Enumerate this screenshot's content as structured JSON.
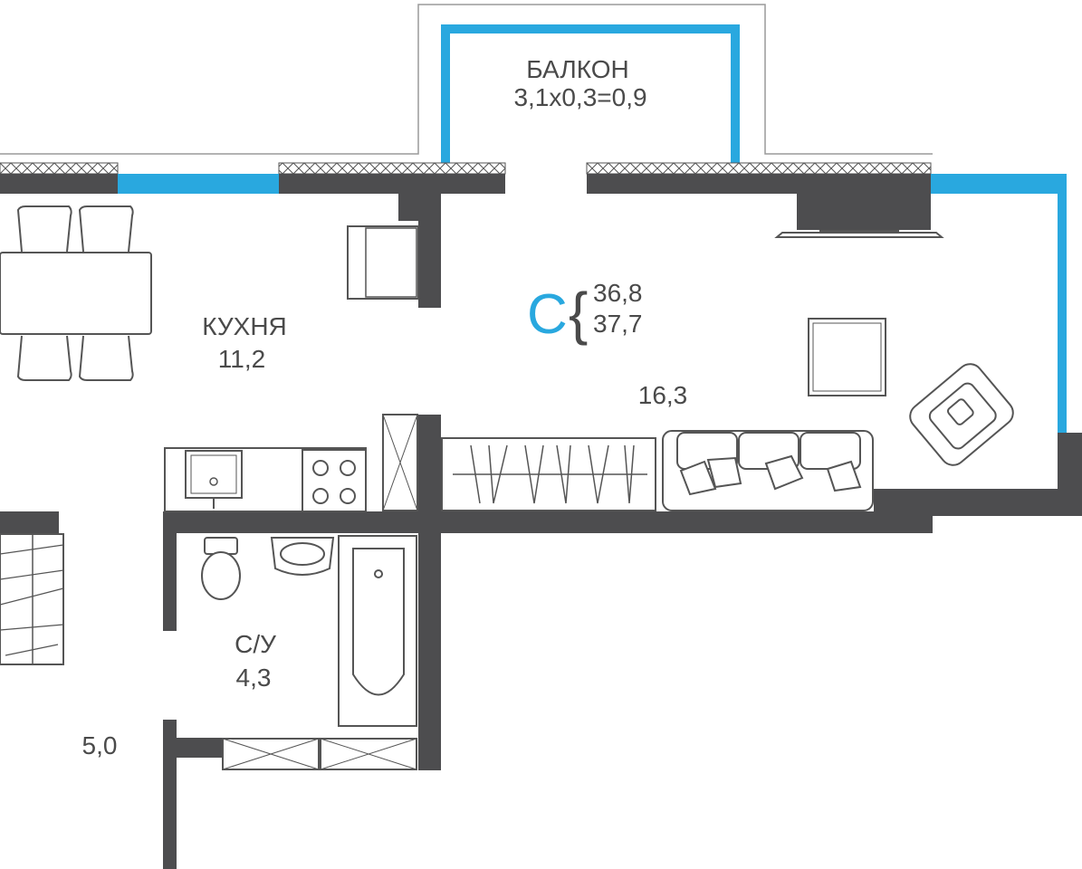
{
  "rooms": {
    "balcony": {
      "name": "БАЛКОН",
      "area": "3,1x0,3=0,9"
    },
    "kitchen": {
      "name": "КУХНЯ",
      "area": "11,2"
    },
    "living": {
      "area": "16,3"
    },
    "bathroom": {
      "name": "С/У",
      "area": "4,3"
    },
    "hall": {
      "area": "5,0"
    }
  },
  "apartment": {
    "type": "С",
    "area_living": "36,8",
    "area_total": "37,7",
    "brace": "{"
  },
  "colors": {
    "wall": "#4d4d4f",
    "window": "#29a8df",
    "accent_text": "#29a8df",
    "text": "#4a4a4a",
    "furniture": "#555555"
  }
}
